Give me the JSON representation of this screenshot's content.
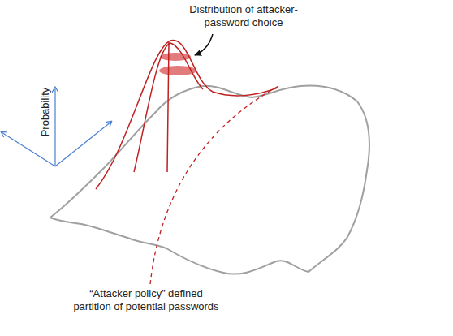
{
  "diagram": {
    "labels": [
      "Distribution of attacker-password choice",
      "Probability",
      "“Attacker policy” defined partition of potential passwords"
    ]
  }
}
